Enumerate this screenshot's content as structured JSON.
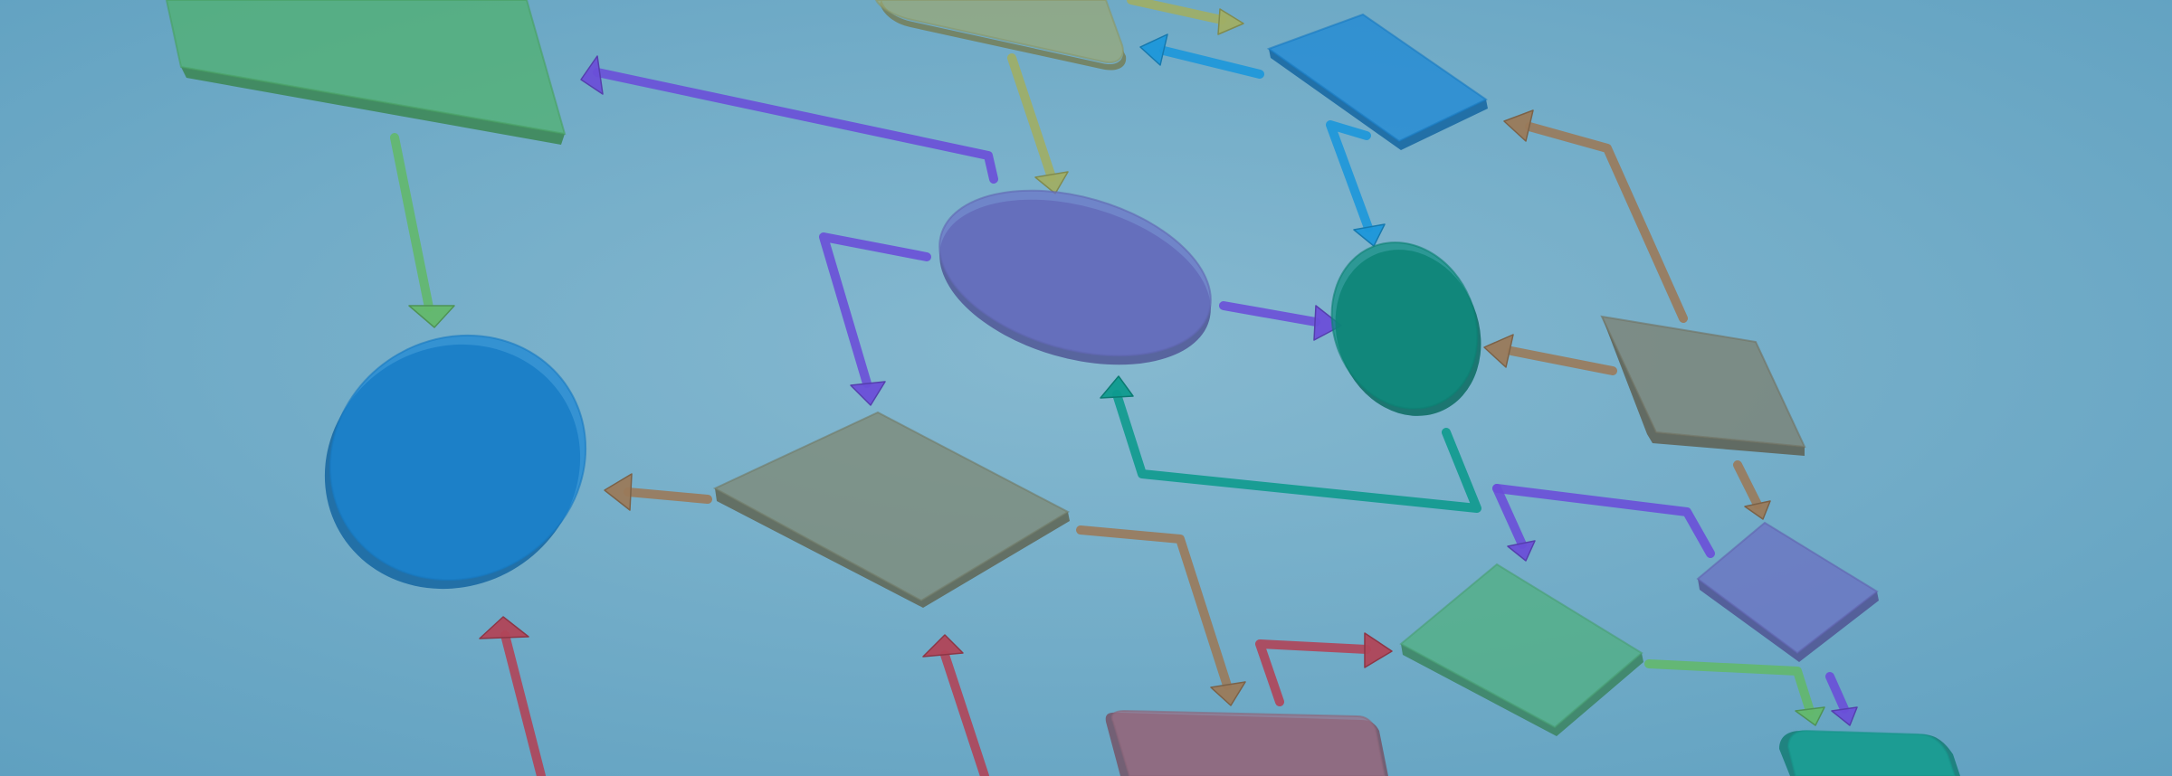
{
  "scene": {
    "background": {
      "center": "#86B9D0",
      "edge": "#5FA0C0"
    },
    "shape_style": {
      "fill_opacity": 0.72,
      "edge_darken": 0.25
    }
  },
  "shapes": [
    {
      "name": "green-parallelogram-top-left",
      "kind": "parallelogram",
      "color": "#4FB26C"
    },
    {
      "name": "khaki-block-top-center",
      "kind": "rounded-block",
      "color": "#9AA874"
    },
    {
      "name": "blue-diamond-top-right",
      "kind": "diamond",
      "color": "#1A86D6"
    },
    {
      "name": "purple-ellipse-center",
      "kind": "ellipse",
      "color": "#6B73C7"
    },
    {
      "name": "teal-ellipse-right",
      "kind": "ellipse",
      "color": "#0E8E80"
    },
    {
      "name": "blue-ellipse-left",
      "kind": "ellipse",
      "color": "#1A86D6"
    },
    {
      "name": "olive-diamond-center",
      "kind": "diamond",
      "color": "#7E8770"
    },
    {
      "name": "olive-diamond-right",
      "kind": "diamond",
      "color": "#7D7E6C"
    },
    {
      "name": "green-diamond-lower-right",
      "kind": "diamond",
      "color": "#4FB07E"
    },
    {
      "name": "purple-diamond-far-right",
      "kind": "diamond",
      "color": "#6B6EC2"
    },
    {
      "name": "maroon-block-bottom",
      "kind": "rounded-block",
      "color": "#9A7088"
    },
    {
      "name": "teal-block-bottom-right",
      "kind": "rounded-block",
      "color": "#1AA69A"
    }
  ],
  "arrows": [
    {
      "name": "green-arrow-down",
      "color": "#63B86C"
    },
    {
      "name": "purple-arrow-to-parallelogram",
      "color": "#6A4FD8"
    },
    {
      "name": "khaki-arrow-down",
      "color": "#A0AE64"
    },
    {
      "name": "khaki-arrow-right-top",
      "color": "#A0AE64"
    },
    {
      "name": "blue-arrow-left-top",
      "color": "#1C97DA"
    },
    {
      "name": "blue-elbow-arrow-down",
      "color": "#1C97DA"
    },
    {
      "name": "brown-elbow-arrow-up",
      "color": "#9A7A5A"
    },
    {
      "name": "purple-elbow-arrow-down",
      "color": "#6A4FD8"
    },
    {
      "name": "purple-arrow-right",
      "color": "#6A4FD8"
    },
    {
      "name": "brown-arrow-left-right",
      "color": "#9A7A5A"
    },
    {
      "name": "teal-elbow-arrow-up",
      "color": "#0E9A8E"
    },
    {
      "name": "brown-arrow-left-center",
      "color": "#9A7A5A"
    },
    {
      "name": "brown-elbow-arrow-down",
      "color": "#9A7A5A"
    },
    {
      "name": "brown-arrow-down-right",
      "color": "#9A7A5A"
    },
    {
      "name": "purple-elbow-arrow-right",
      "color": "#6A4FD8"
    },
    {
      "name": "red-arrow-up-left",
      "color": "#B04458"
    },
    {
      "name": "red-arrow-up-center",
      "color": "#B04458"
    },
    {
      "name": "red-elbow-arrow-right",
      "color": "#B04458"
    },
    {
      "name": "green-elbow-arrow-down",
      "color": "#63B86C"
    },
    {
      "name": "purple-arrow-down-small",
      "color": "#6A4FD8"
    }
  ]
}
